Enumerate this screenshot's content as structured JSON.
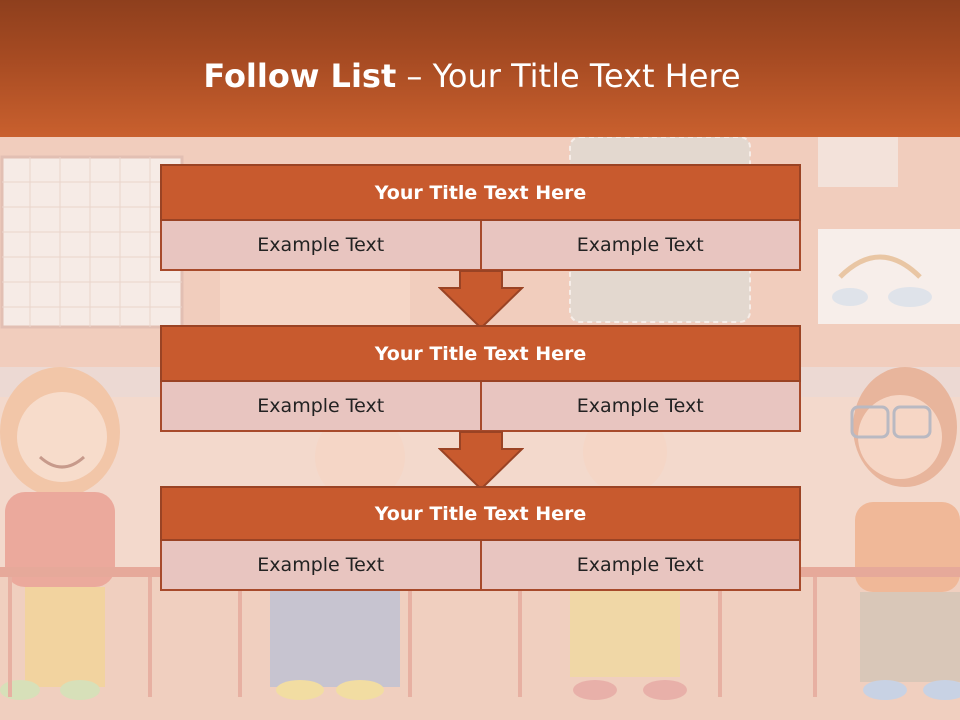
{
  "title": {
    "bold": "Follow List",
    "rest": " – Your Title Text Here"
  },
  "blocks": [
    {
      "title": "Your Title Text Here",
      "left": "Example Text",
      "right": "Example Text"
    },
    {
      "title": "Your Title Text Here",
      "left": "Example Text",
      "right": "Example Text"
    },
    {
      "title": "Your Title Text Here",
      "left": "Example Text",
      "right": "Example Text"
    }
  ],
  "colors": {
    "accent": "#c85a2e",
    "header_dark": "#8e3f1d",
    "cell_fill": "#e8c5c0",
    "border": "#a74a2b"
  }
}
